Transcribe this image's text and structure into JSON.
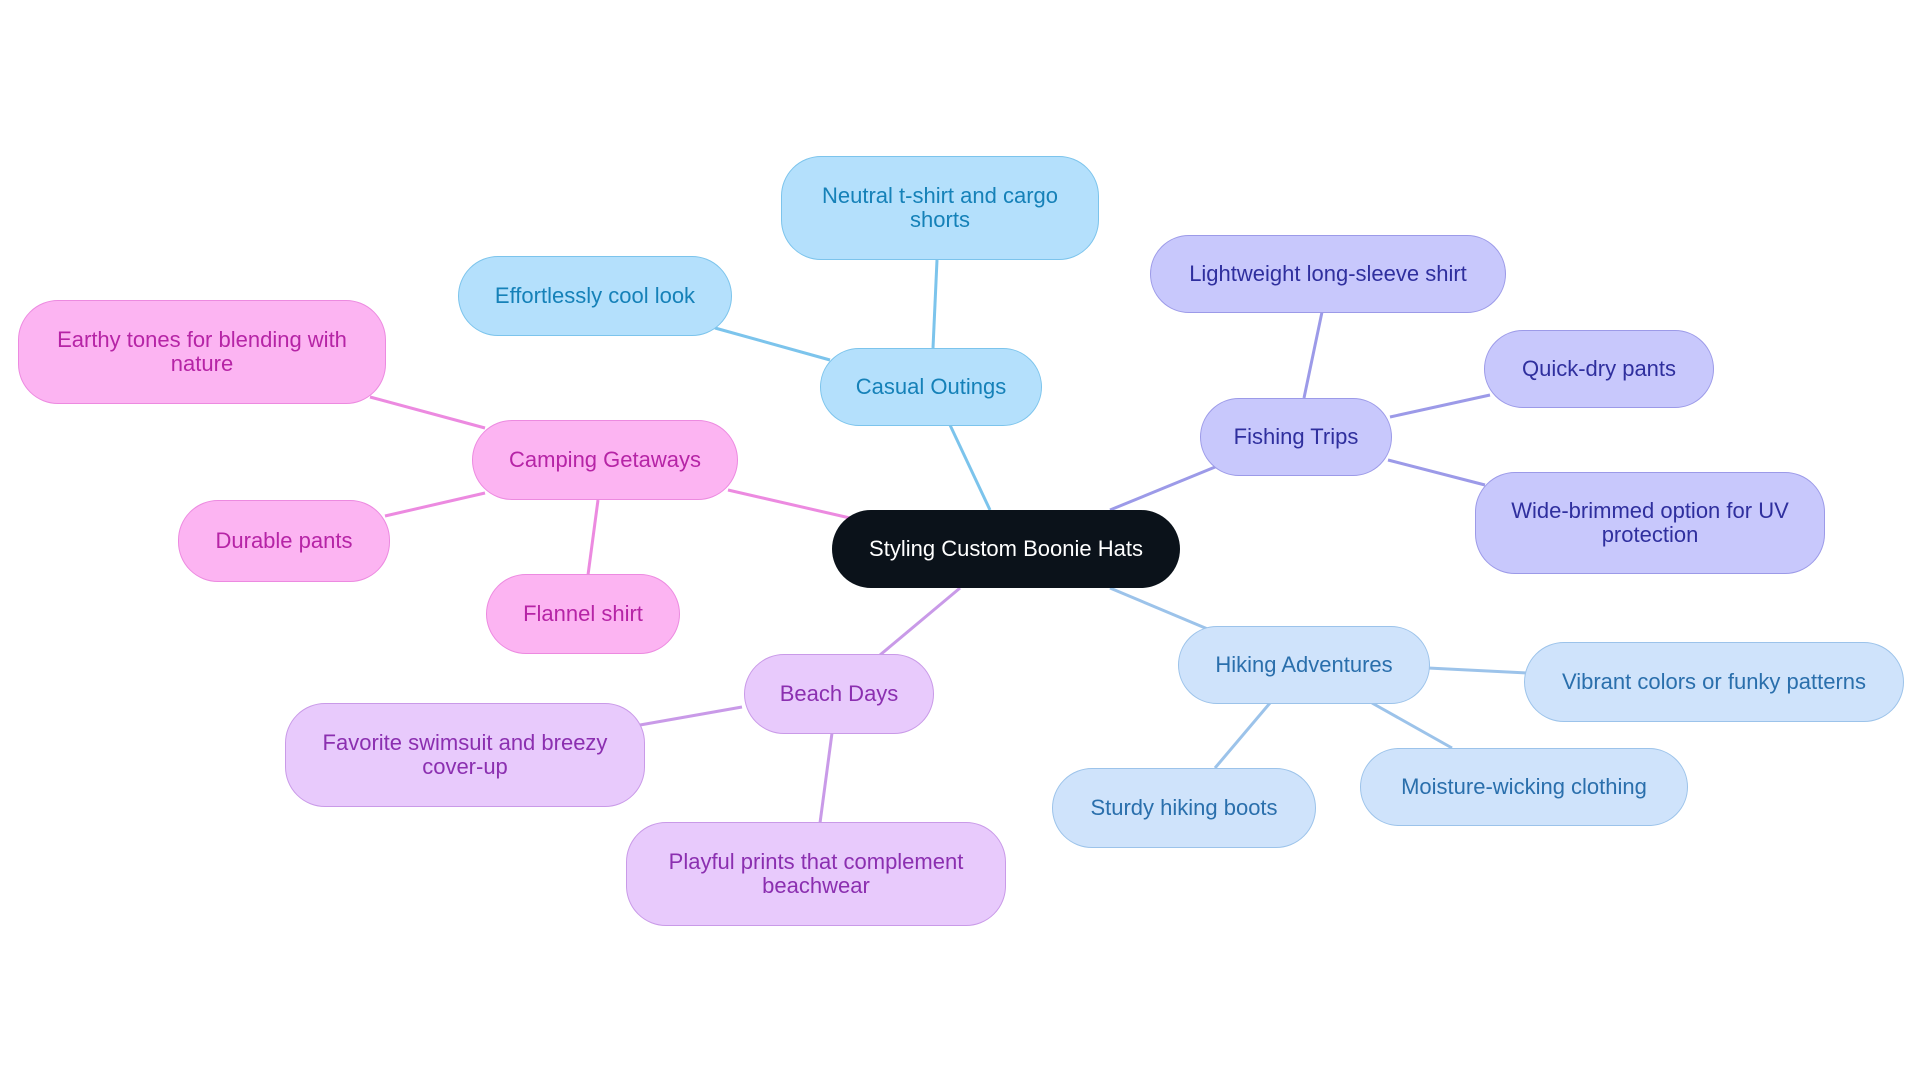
{
  "root": {
    "label": "Styling Custom Boonie Hats"
  },
  "branches": [
    {
      "id": "casual",
      "label": "Casual Outings",
      "color": "#7cc4ec",
      "children": [
        "Neutral t-shirt and cargo shorts",
        "Effortlessly cool look"
      ]
    },
    {
      "id": "fishing",
      "label": "Fishing Trips",
      "color": "#9c9ae8",
      "children": [
        "Lightweight long-sleeve shirt",
        "Quick-dry pants",
        "Wide-brimmed option for UV protection"
      ]
    },
    {
      "id": "hiking",
      "label": "Hiking Adventures",
      "color": "#9cc3ea",
      "children": [
        "Vibrant colors or funky patterns",
        "Moisture-wicking clothing",
        "Sturdy hiking boots"
      ]
    },
    {
      "id": "beach",
      "label": "Beach Days",
      "color": "#c99ae8",
      "children": [
        "Favorite swimsuit and breezy cover-up",
        "Playful prints that complement beachwear"
      ]
    },
    {
      "id": "camping",
      "label": "Camping Getaways",
      "color": "#ec8ae0",
      "children": [
        "Earthy tones for blending with nature",
        "Durable pants",
        "Flannel shirt"
      ]
    }
  ]
}
